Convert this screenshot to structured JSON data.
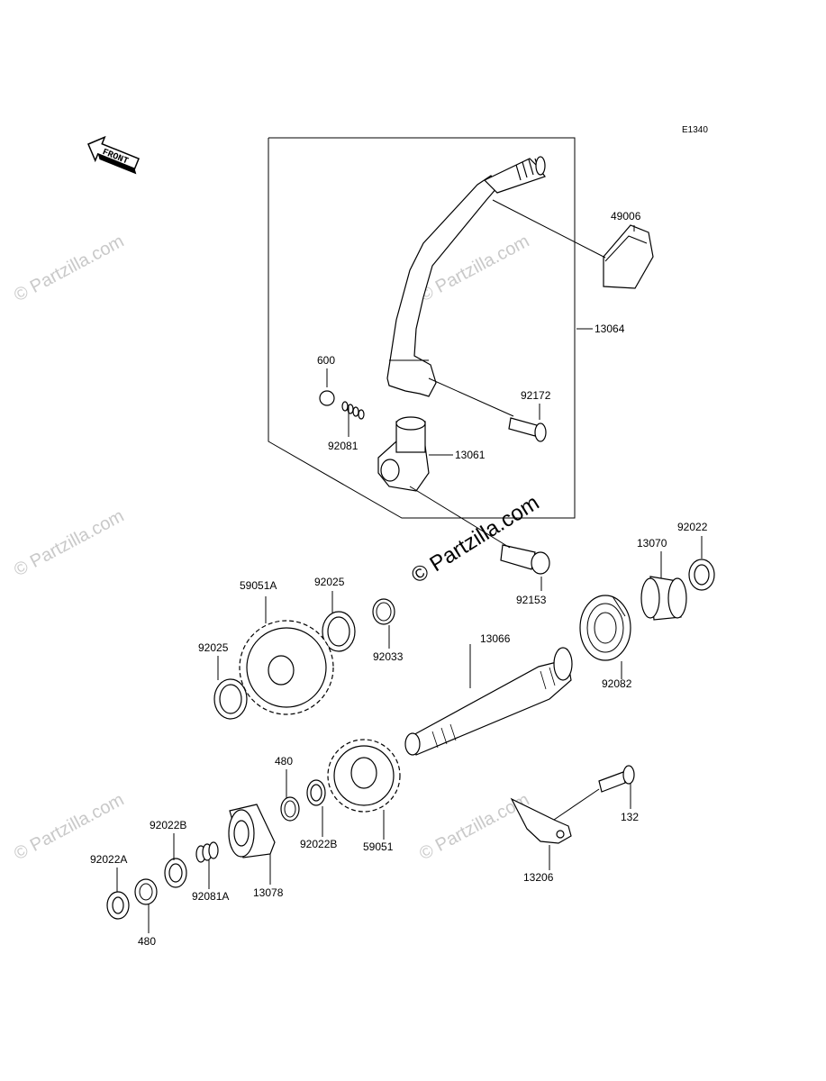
{
  "diagram": {
    "code": "E1340",
    "front_label": "FRONT",
    "watermark_main": "© Partzilla.com",
    "watermark_faint": "© Partzilla.com",
    "colors": {
      "line": "#000000",
      "watermark": "#c9c9c9",
      "background": "#ffffff"
    }
  },
  "labels": {
    "p49006": "49006",
    "p13064": "13064",
    "p600": "600",
    "p92172": "92172",
    "p92081": "92081",
    "p13061": "13061",
    "p92153": "92153",
    "p92022_top": "92022",
    "p13070": "13070",
    "p92082": "92082",
    "p59051A": "59051A",
    "p92025_top": "92025",
    "p92033": "92033",
    "p92025_left": "92025",
    "p13066": "13066",
    "p480_top": "480",
    "p92022B_right": "92022B",
    "p59051": "59051",
    "p92022B_left": "92022B",
    "p92081A": "92081A",
    "p13078": "13078",
    "p92022A": "92022A",
    "p480_bottom": "480",
    "p132": "132",
    "p13206": "13206"
  }
}
